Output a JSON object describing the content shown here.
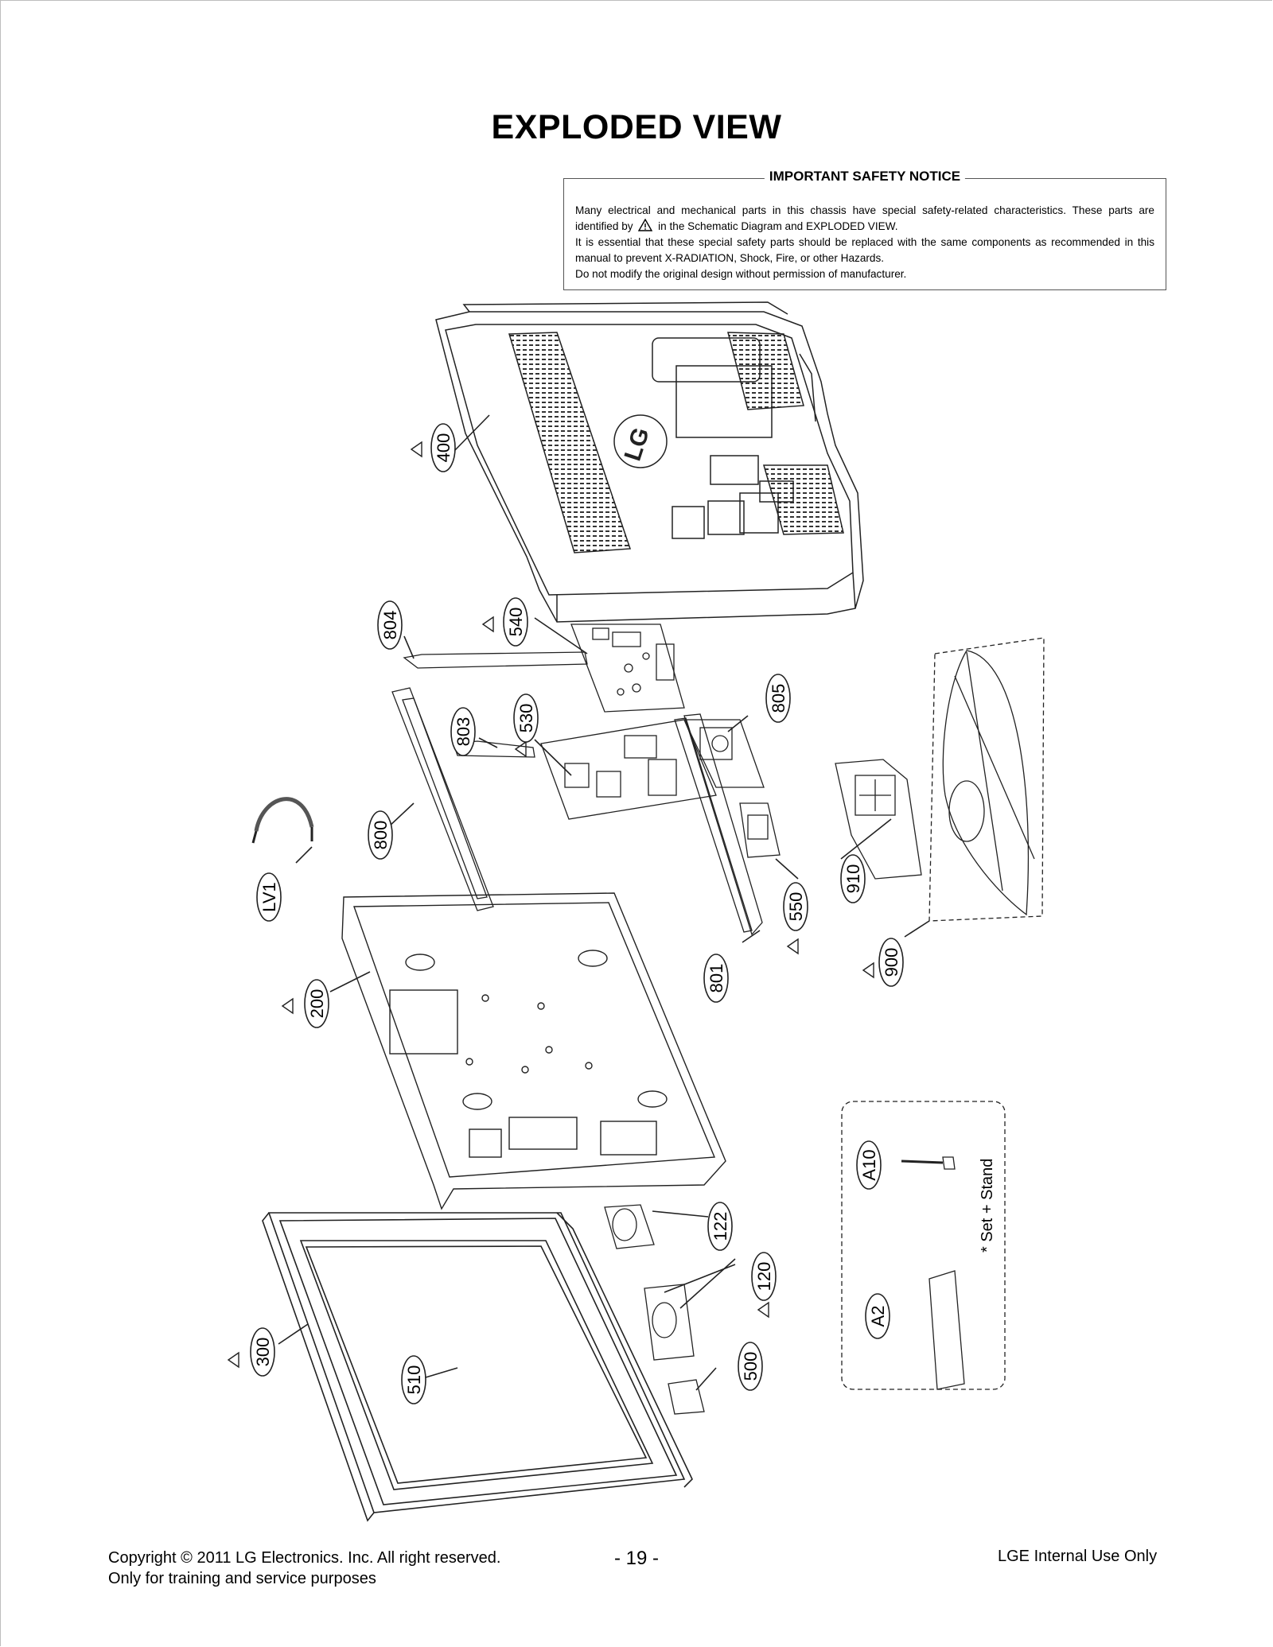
{
  "page": {
    "title": "EXPLODED VIEW"
  },
  "notice": {
    "title": "IMPORTANT SAFETY NOTICE",
    "line1": "Many electrical and mechanical parts in this chassis have special safety-related characteristics. These parts are identified by",
    "line1_suffix": "in the Schematic Diagram and EXPLODED VIEW.",
    "line2": "It is essential that these special safety parts should be replaced with the same components as recommended in this manual to prevent X-RADIATION, Shock, Fire, or other Hazards.",
    "line3": "Do not modify the original design without permission of manufacturer."
  },
  "parts": {
    "p400": "400",
    "p540": "540",
    "p804": "804",
    "p530": "530",
    "p803": "803",
    "p805": "805",
    "p800": "800",
    "pLV1": "LV1",
    "p910": "910",
    "p550": "550",
    "p900": "900",
    "p801": "801",
    "p200": "200",
    "pA10": "A10",
    "p122": "122",
    "p120": "120",
    "p300": "300",
    "p510": "510",
    "p500": "500",
    "pA2": "A2"
  },
  "accessory_note": "* Set + Stand",
  "footer": {
    "copyright": "Copyright  © 2011  LG Electronics. Inc. All right reserved.",
    "purpose": "Only for training and service purposes",
    "page_number": "- 19 -",
    "internal": "LGE Internal Use Only"
  }
}
